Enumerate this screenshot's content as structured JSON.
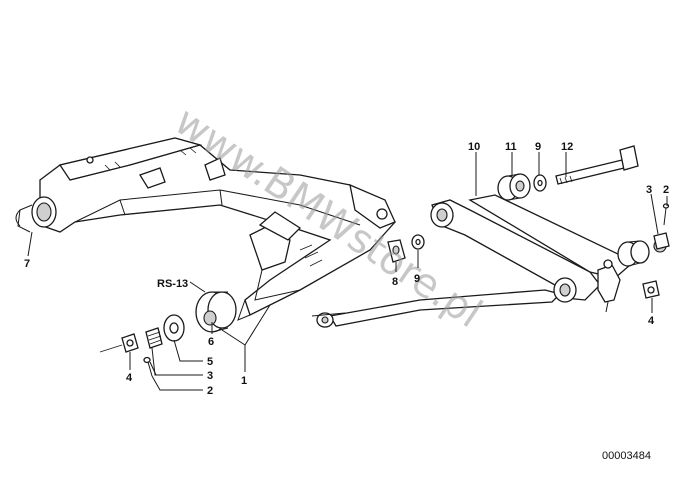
{
  "watermark": "www.BMWstore.pl",
  "diagram_id": "00003484",
  "callouts": [
    {
      "id": "c1",
      "label": "1"
    },
    {
      "id": "c2",
      "label": "2"
    },
    {
      "id": "c3",
      "label": "3"
    },
    {
      "id": "c4",
      "label": "4"
    },
    {
      "id": "c5",
      "label": "5"
    },
    {
      "id": "c6",
      "label": "6"
    },
    {
      "id": "c7",
      "label": "7"
    },
    {
      "id": "c8",
      "label": "8"
    },
    {
      "id": "c9a",
      "label": "9"
    },
    {
      "id": "c9b",
      "label": "9"
    },
    {
      "id": "c10",
      "label": "10"
    },
    {
      "id": "c11",
      "label": "11"
    },
    {
      "id": "c12",
      "label": "12"
    },
    {
      "id": "c3b",
      "label": "3"
    },
    {
      "id": "c2b",
      "label": "2"
    },
    {
      "id": "c4b",
      "label": "4"
    },
    {
      "id": "c4c",
      "label": "4"
    },
    {
      "id": "crs",
      "label": "RS-13"
    }
  ]
}
